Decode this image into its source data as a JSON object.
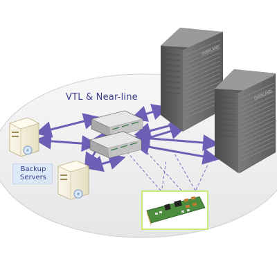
{
  "diagram": {
    "title": "VTL & Near-line",
    "backup_label": "Backup\nServers",
    "nodes": {
      "storage_tower_1": {
        "brand": "OVERLAND"
      },
      "storage_tower_2": {
        "brand": "OVERLAND"
      }
    },
    "colors": {
      "arrow": "#6d5fb5",
      "ellipse_fill": "#efefef",
      "ellipse_stroke": "#cfcfcf",
      "tower": "#6e6e6e",
      "appliance": "#dcdcdc",
      "card_border": "#cbe87a",
      "pcb": "#4c8c3e",
      "label_text": "#3b3b8c",
      "label_box": "#dde8f6"
    }
  }
}
